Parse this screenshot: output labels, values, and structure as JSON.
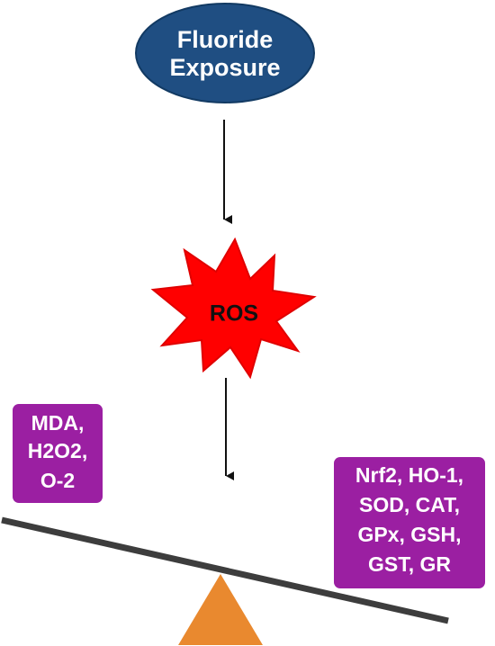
{
  "colors": {
    "ellipse_fill": "#1f4e82",
    "ellipse_stroke": "#123a63",
    "ellipse_text": "#ffffff",
    "star_fill": "#ff0000",
    "star_stroke": "#e00000",
    "star_text": "#111111",
    "box_fill": "#9b1fa2",
    "box_text": "#ffffff",
    "beam": "#3d3d3d",
    "fulcrum": "#e9892f",
    "arrow": "#111111"
  },
  "exposure": {
    "line1": "Fluoride",
    "line2": "Exposure"
  },
  "ros": {
    "label": "ROS"
  },
  "oxidants_box": {
    "line1": "MDA,",
    "line2": "H2O2,",
    "line3": "O-2"
  },
  "antioxidants_box": {
    "line1": "Nrf2, HO-1,",
    "line2": "SOD, CAT,",
    "line3": "GPx, GSH,",
    "line4": "GST,  GR"
  }
}
